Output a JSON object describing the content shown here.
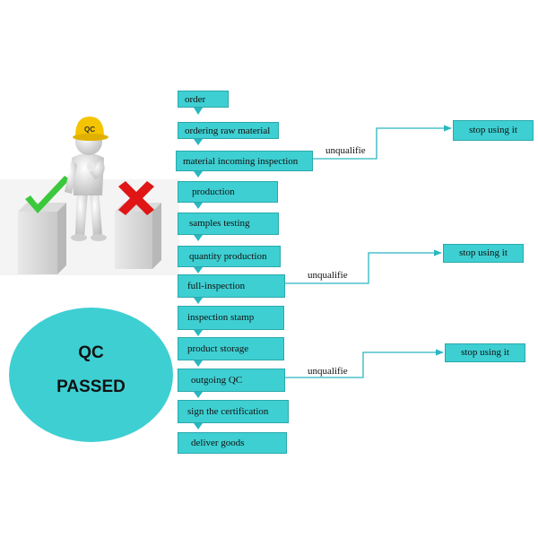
{
  "flow_steps": [
    "order",
    "ordering raw material",
    "material incoming inspection",
    "production",
    "samples testing",
    "quantity production",
    "full-inspection",
    "inspection stamp",
    "product storage",
    "outgoing QC",
    "sign the certification",
    "deliver goods"
  ],
  "branches": [
    {
      "label": "unqualifie",
      "target": "stop using it"
    },
    {
      "label": "unqualifie",
      "target": "stop using it"
    },
    {
      "label": "unqualifie",
      "target": "stop using it"
    }
  ],
  "badge": {
    "line1": "QC",
    "line2": "PASSED"
  },
  "colors": {
    "box": "#3ecfd2",
    "arrow": "#29b7c0",
    "check": "#3cc83c",
    "cross": "#e01515",
    "helmet": "#f4c400"
  },
  "icons": [
    "worker-figure",
    "check-icon",
    "cross-icon",
    "helmet-icon"
  ],
  "helmet_label": "QC"
}
